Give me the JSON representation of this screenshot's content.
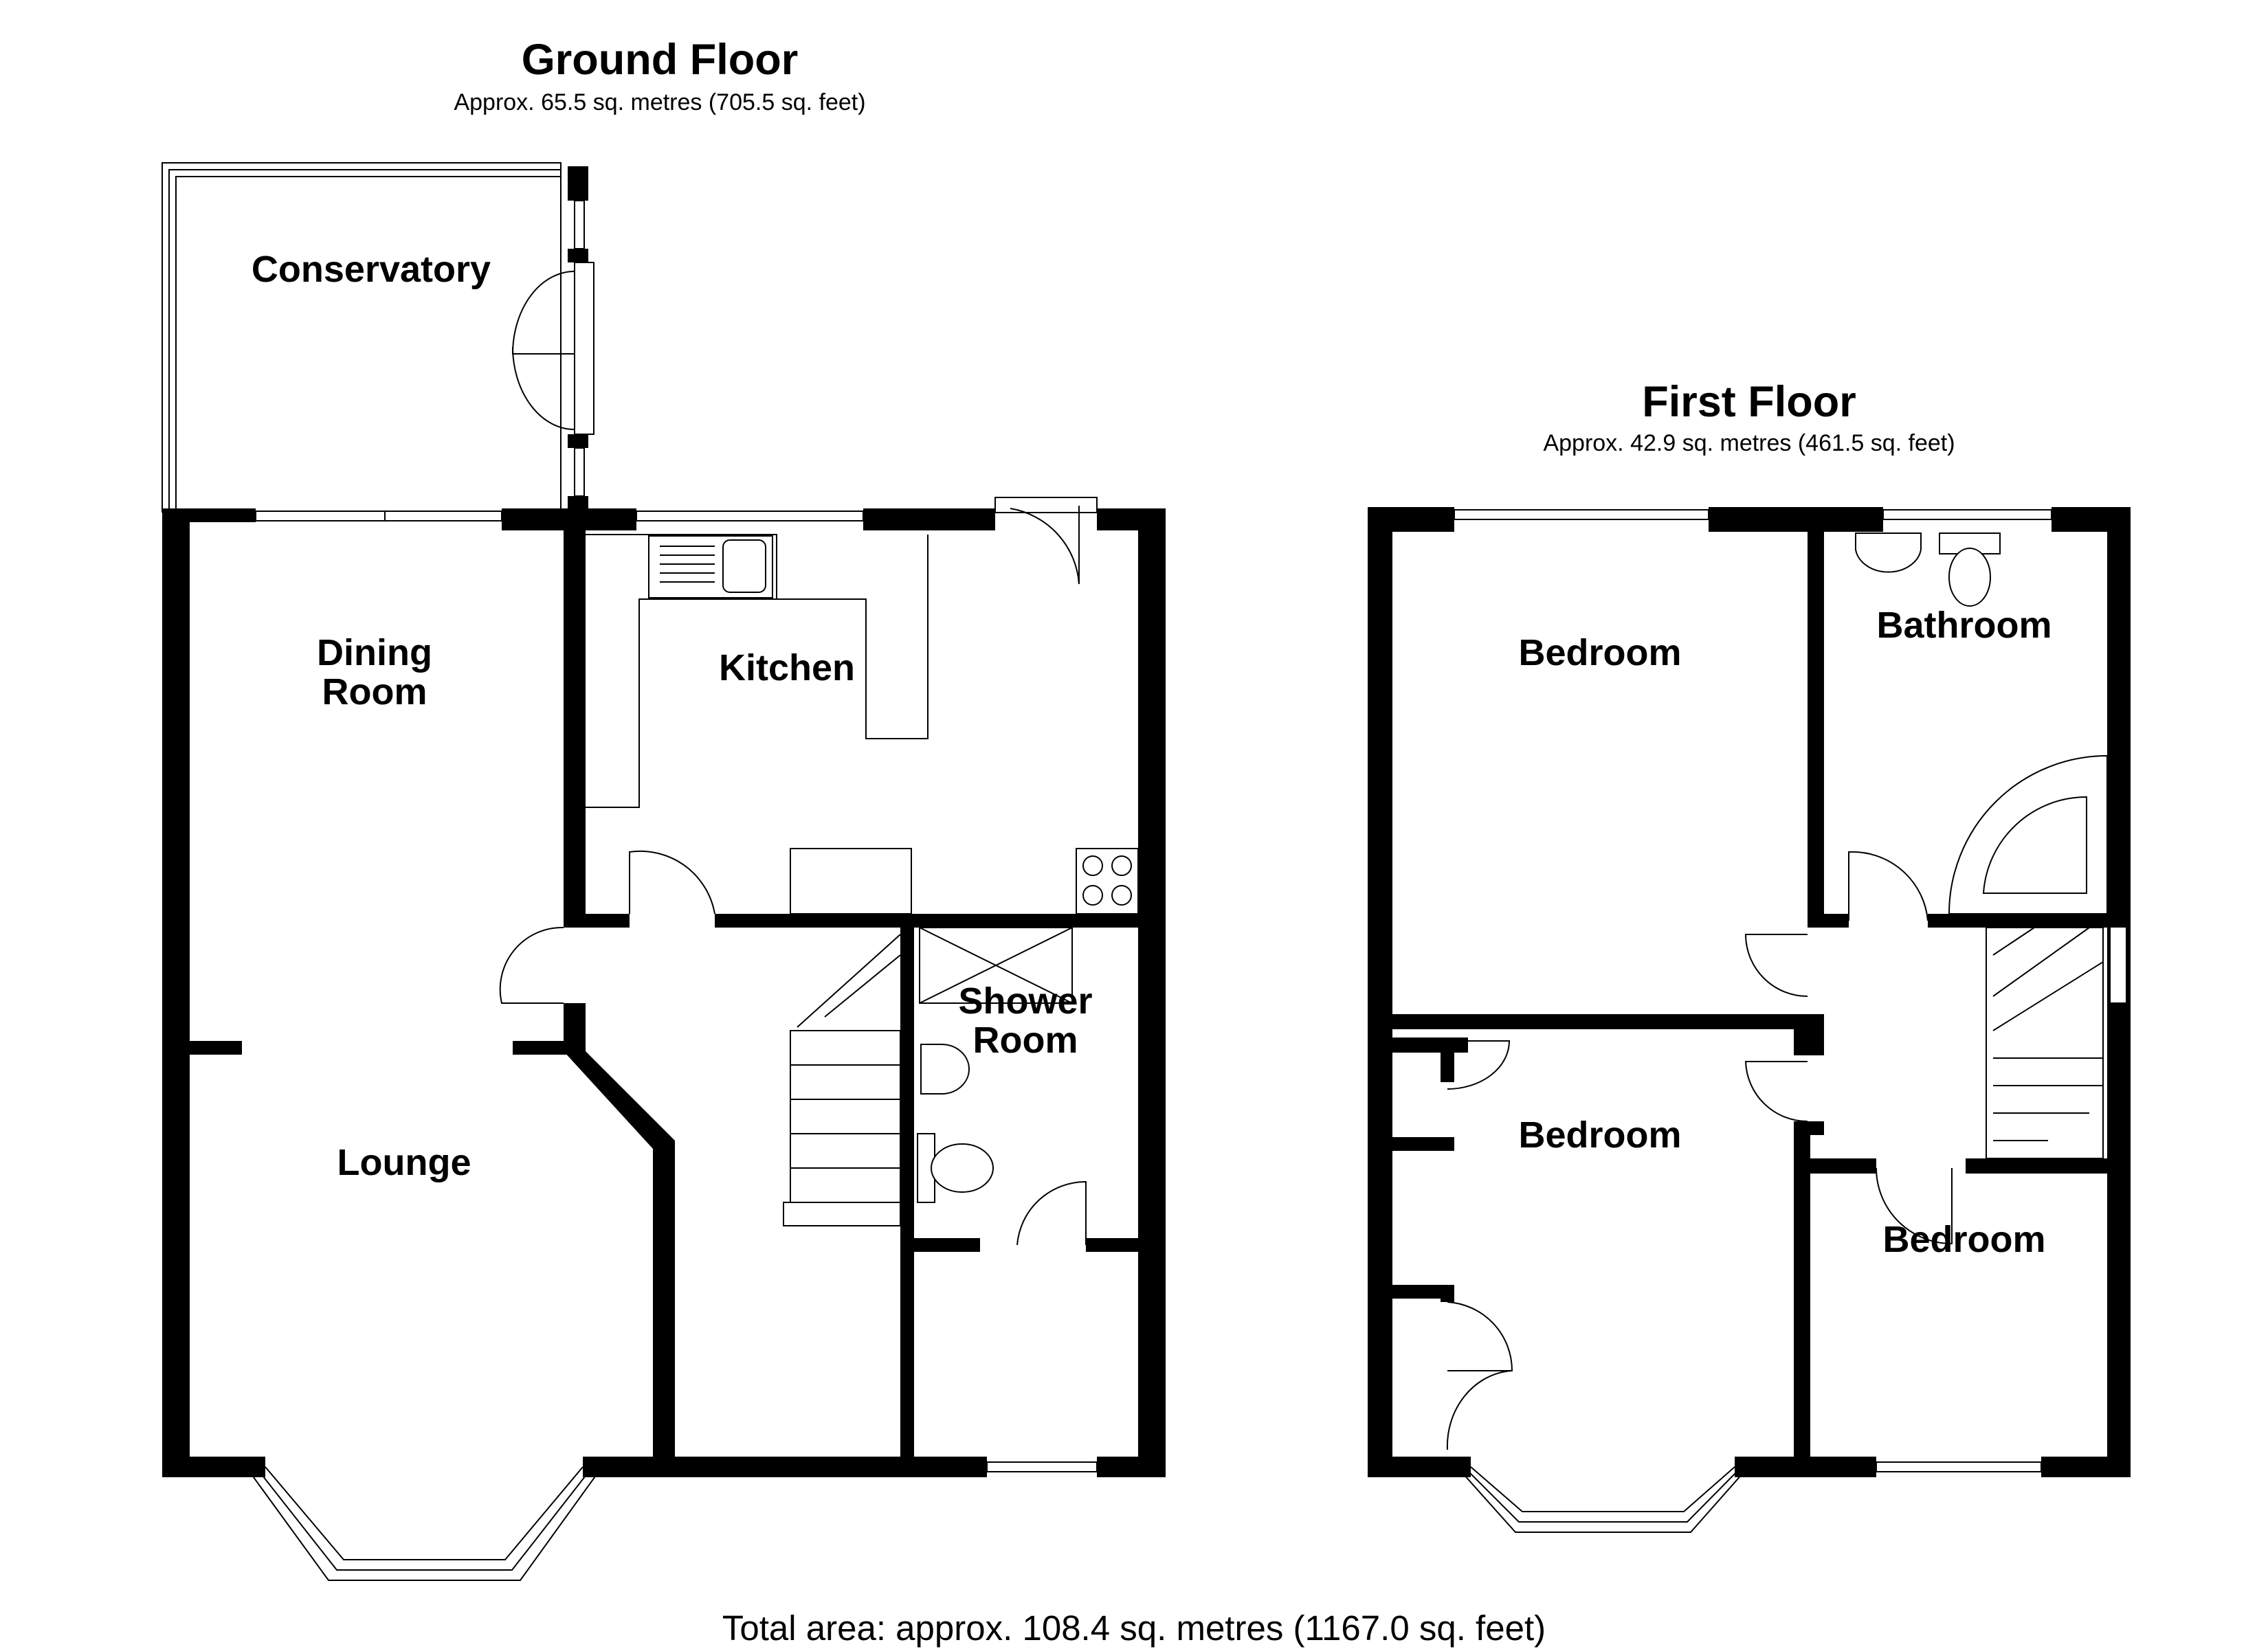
{
  "ground_floor": {
    "title": "Ground Floor",
    "area": "Approx. 65.5 sq. metres (705.5 sq. feet)",
    "rooms": {
      "conservatory": "Conservatory",
      "dining_line1": "Dining",
      "dining_line2": "Room",
      "kitchen": "Kitchen",
      "lounge": "Lounge",
      "shower_line1": "Shower",
      "shower_line2": "Room"
    }
  },
  "first_floor": {
    "title": "First Floor",
    "area": "Approx. 42.9 sq. metres (461.5 sq. feet)",
    "rooms": {
      "bedroom_1": "Bedroom",
      "bathroom": "Bathroom",
      "bedroom_2": "Bedroom",
      "bedroom_3": "Bedroom"
    }
  },
  "total_area": "Total area: approx. 108.4 sq. metres (1167.0 sq. feet)"
}
